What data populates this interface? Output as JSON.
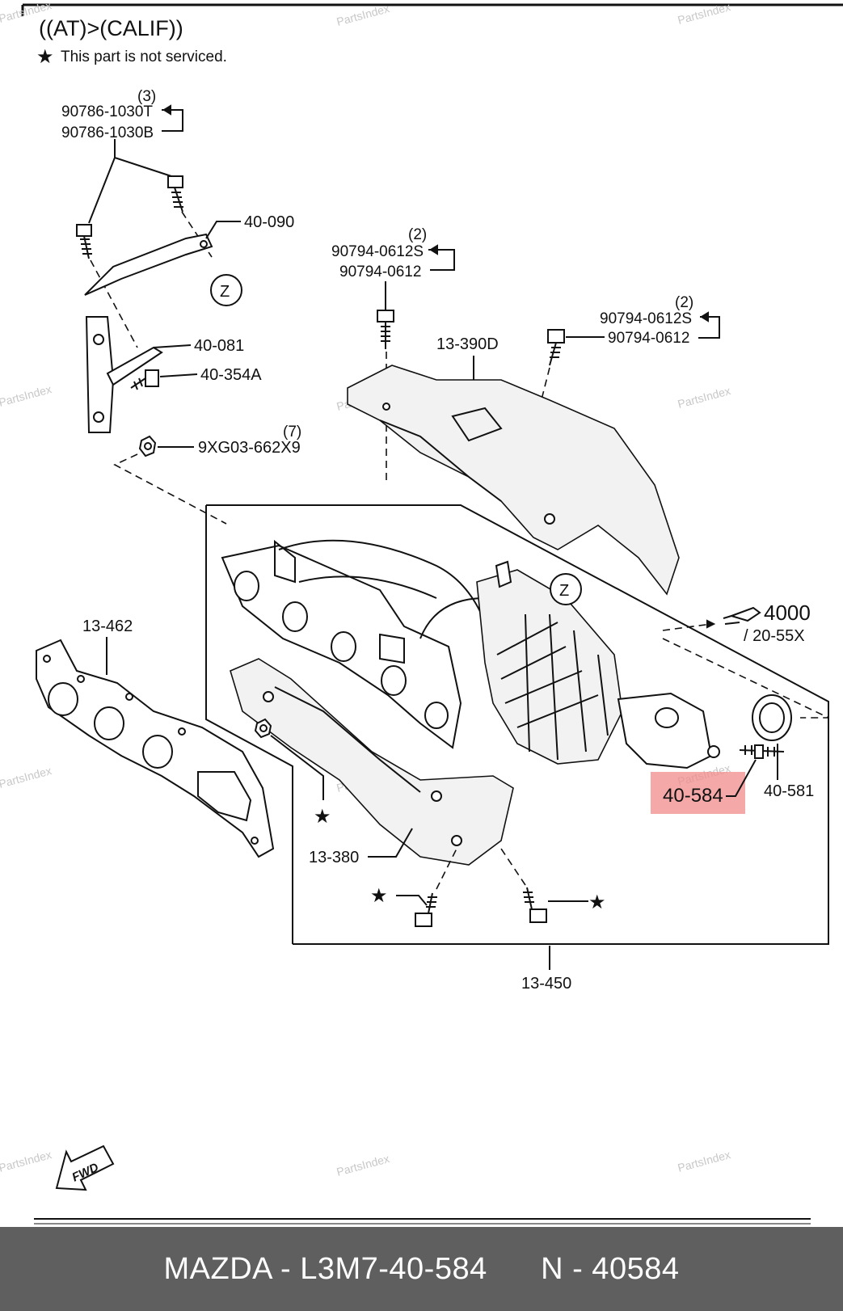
{
  "header": {
    "condition": "((AT)>(CALIF))",
    "note_symbol": "★",
    "note_text": "This part is not serviced."
  },
  "labels": {
    "qty_3": "(3)",
    "p90786_1030t": "90786-1030T",
    "p90786_1030b": "90786-1030B",
    "p40_090": "40-090",
    "z1": "Z",
    "z2": "Z",
    "p40_081": "40-081",
    "p40_354a": "40-354A",
    "qty_7": "(7)",
    "p9xg03": "9XG03-662X9",
    "qty_2a": "(2)",
    "p90794_0612s_a": "90794-0612S",
    "p90794_0612_a": "90794-0612",
    "qty_2b": "(2)",
    "p90794_0612s_b": "90794-0612S",
    "p90794_0612_b": "90794-0612",
    "p13_390d": "13-390D",
    "p4000": "4000",
    "p20_55x": "/ 20-55X",
    "p13_462": "13-462",
    "p40_584": "40-584",
    "p40_581": "40-581",
    "p13_380": "13-380",
    "p13_450": "13-450",
    "star1": "★",
    "star2": "★",
    "star3": "★",
    "fwd": "FWD"
  },
  "watermark": "PartsIndex",
  "highlight_color": "#f28b8b",
  "footer": {
    "brand_part": "MAZDA - L3M7-40-584",
    "number": "N - 40584"
  }
}
